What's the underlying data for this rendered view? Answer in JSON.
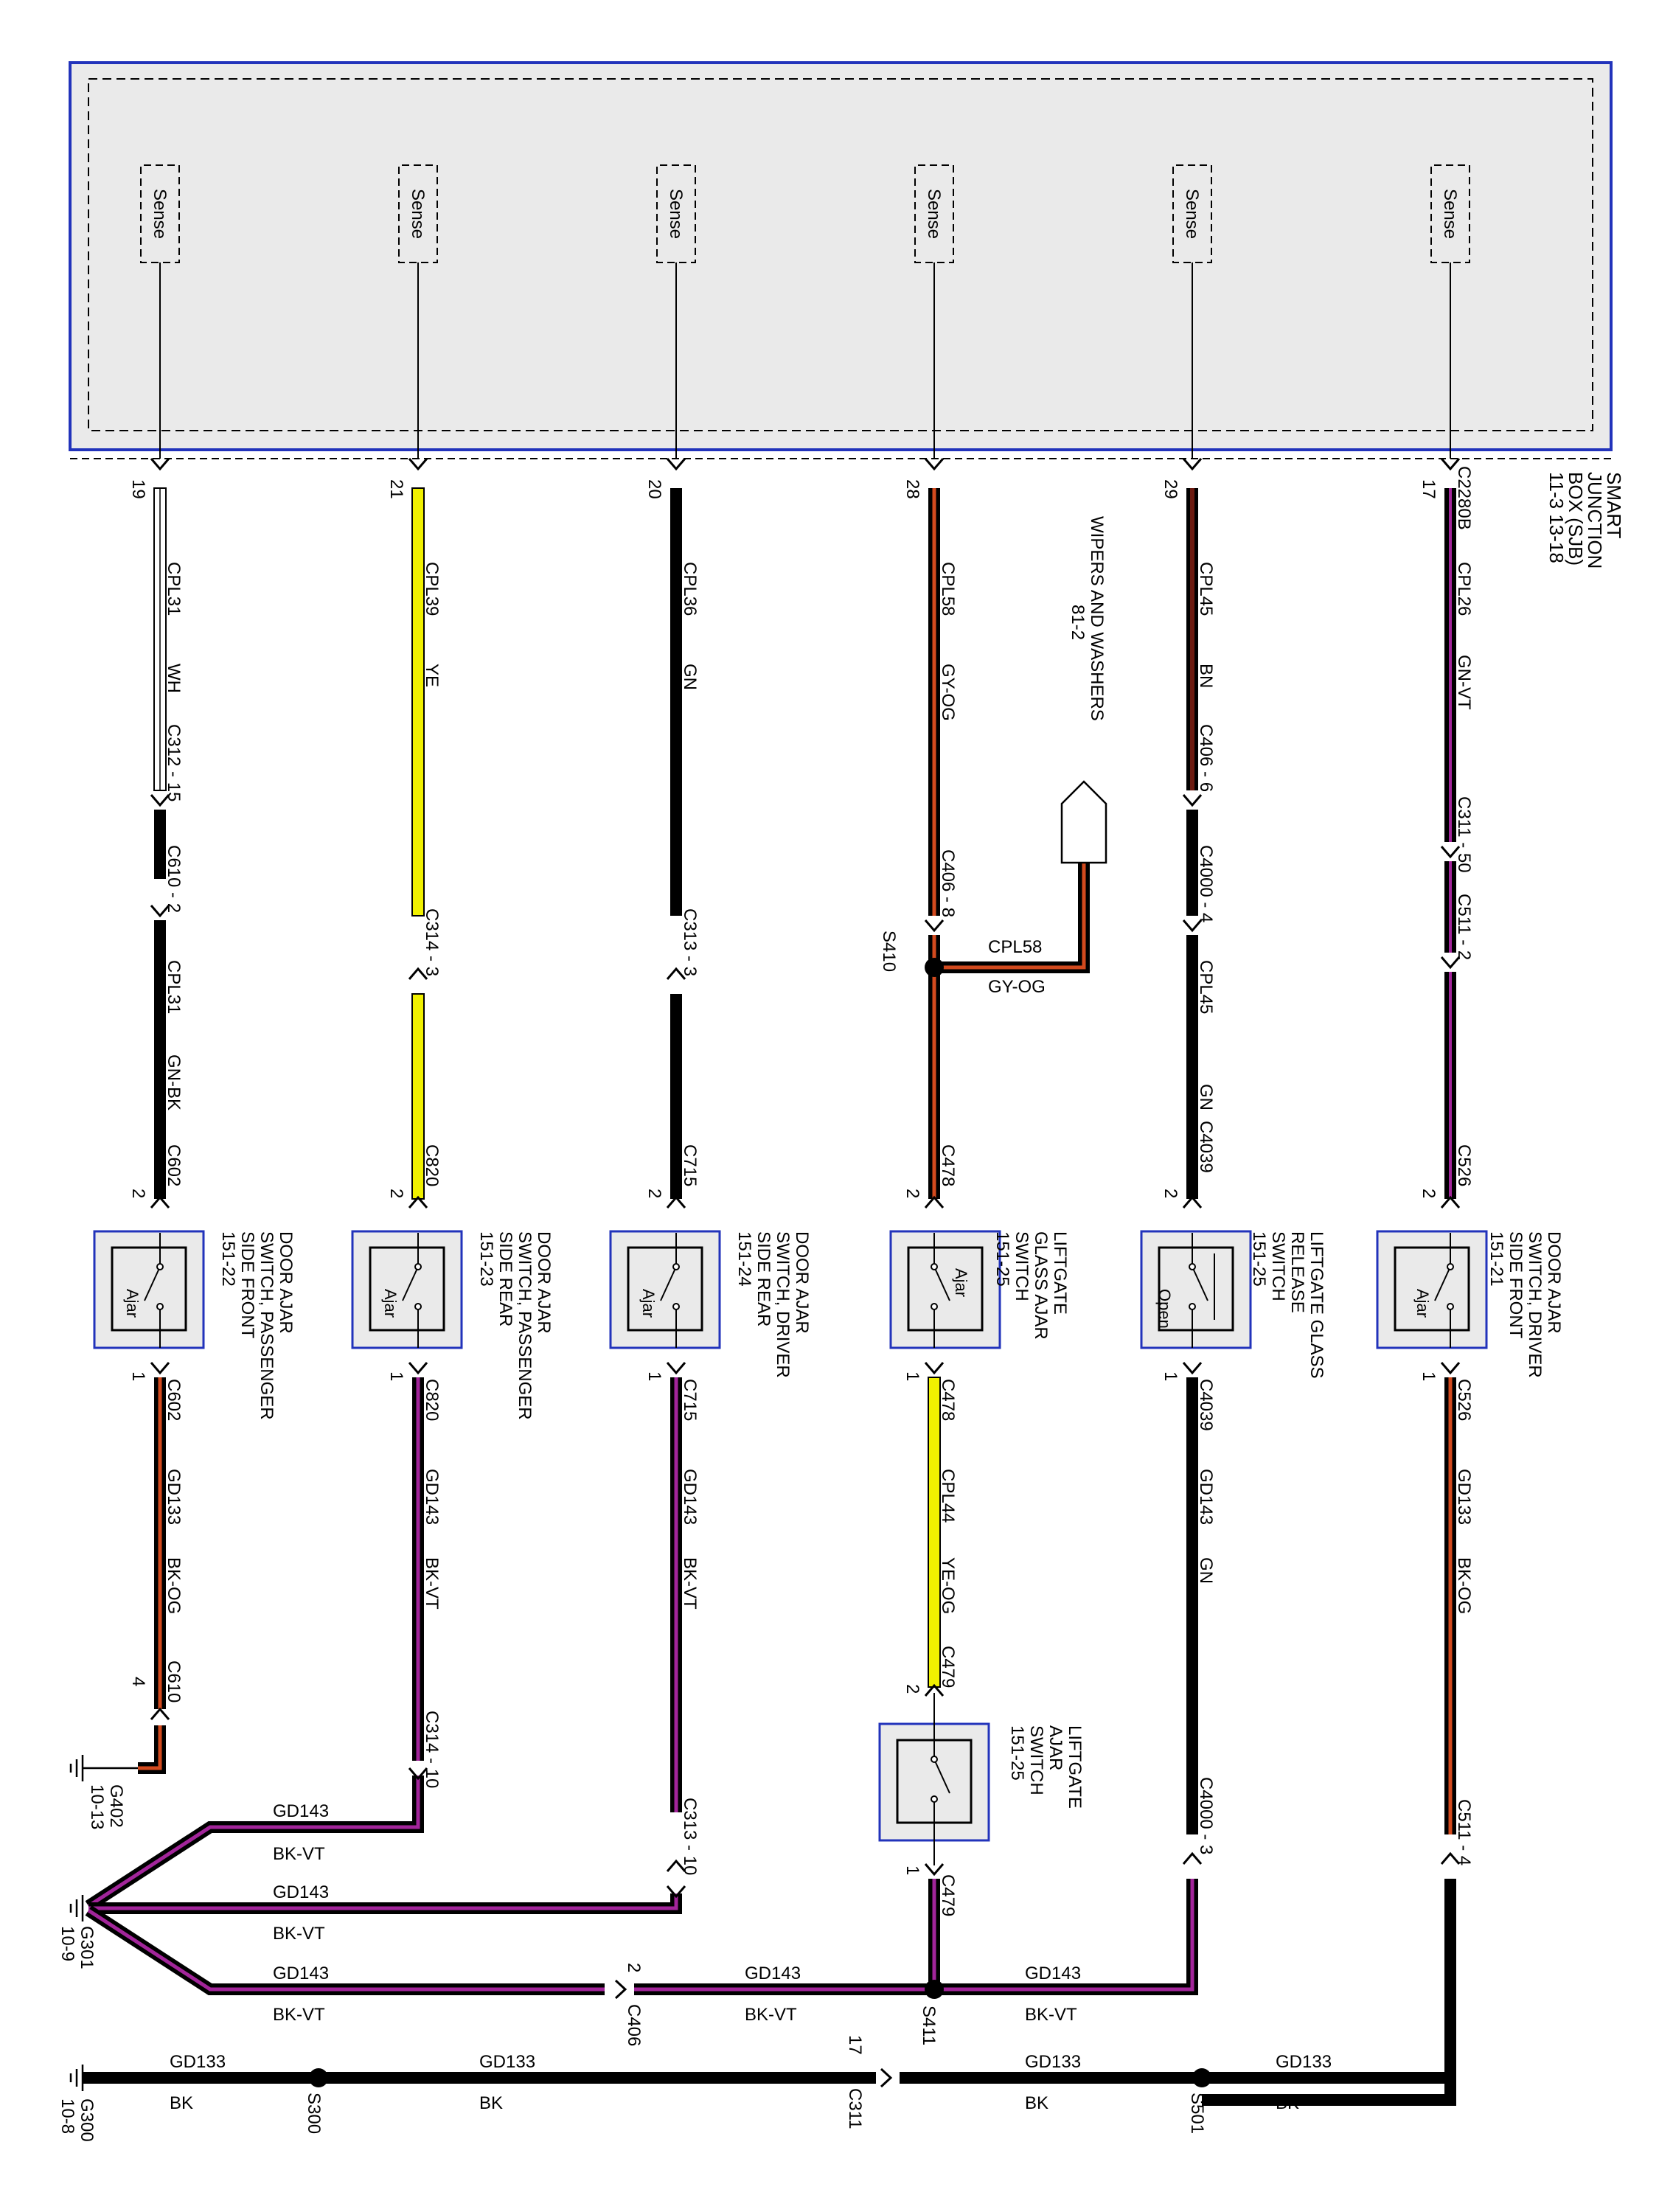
{
  "sjb": {
    "labels": [
      "SMART",
      "JUNCTION",
      "BOX (SJB)",
      "11-3   13-18"
    ],
    "connector": "C2280B",
    "sense_label": "Sense"
  },
  "circuits": [
    {
      "id": "c19",
      "pin": "19",
      "circuit": "CPL31",
      "color": "WH",
      "seg1": [
        "C312 - 15",
        "C610 - 2"
      ],
      "seg2": [
        "CPL31",
        "GN-BK",
        "C602"
      ],
      "switch_state": "Ajar",
      "switch_label": [
        "DOOR AJAR",
        "SWITCH, PASSENGER",
        "SIDE FRONT",
        "151-22"
      ],
      "out_conn": "C602",
      "gnd_circuit": "GD133",
      "gnd_color": "BK-OG",
      "end_conn": "C610",
      "end_pin": "4",
      "ground": [
        "G402",
        "10-13"
      ]
    },
    {
      "id": "c21",
      "pin": "21",
      "circuit": "CPL39",
      "color": "YE",
      "seg1": [
        "C314 - 3"
      ],
      "seg2": [
        "C820"
      ],
      "switch_state": "Ajar",
      "switch_label": [
        "DOOR AJAR",
        "SWITCH, PASSENGER",
        "SIDE REAR",
        "151-23"
      ],
      "out_conn": "C820",
      "gnd_circuit": "GD143",
      "gnd_color": "BK-VT",
      "end_conn": "C314 - 10"
    },
    {
      "id": "c20",
      "pin": "20",
      "circuit": "CPL36",
      "color": "GN",
      "seg1": [
        "C313 - 3"
      ],
      "seg2": [
        "C715"
      ],
      "switch_state": "Ajar",
      "switch_label": [
        "DOOR AJAR",
        "SWITCH, DRIVER",
        "SIDE REAR",
        "151-24"
      ],
      "out_conn": "C715",
      "gnd_circuit": "GD143",
      "gnd_color": "BK-VT",
      "end_conn": "C313 - 10"
    },
    {
      "id": "c28",
      "pin": "28",
      "circuit": "CPL58",
      "color": "GY-OG",
      "seg1": [
        "C406 - 8"
      ],
      "seg2": [
        "C478"
      ],
      "switch_state": "Ajar",
      "switch_label": [
        "LIFTGATE",
        "GLASS AJAR",
        "SWITCH",
        "151-25"
      ],
      "out_conn": "C478",
      "gnd_circuit": "CPL44",
      "gnd_color": "YE-OG",
      "end_conn": "C479"
    },
    {
      "id": "c29",
      "pin": "29",
      "circuit": "CPL45",
      "color": "BN",
      "seg1": [
        "C406 - 6",
        "C4000 - 4"
      ],
      "seg2": [
        "CPL45",
        "GN",
        "C4039"
      ],
      "switch_state": "Open",
      "switch_label": [
        "LIFTGATE GLASS",
        "RELEASE",
        "SWITCH",
        "151-25"
      ],
      "out_conn": "C4039",
      "gnd_circuit": "GD143",
      "gnd_color": "GN",
      "end_conn": "C4000 - 3"
    },
    {
      "id": "c17",
      "pin": "17",
      "circuit": "CPL26",
      "color": "GN-VT",
      "seg1": [
        "C311 - 50",
        "C511 - 2"
      ],
      "seg2": [
        "C526"
      ],
      "switch_state": "Ajar",
      "switch_label": [
        "DOOR AJAR",
        "SWITCH, DRIVER",
        "SIDE FRONT",
        "151-21"
      ],
      "out_conn": "C526",
      "gnd_circuit": "GD133",
      "gnd_color": "BK-OG",
      "end_conn": "C511 - 4"
    }
  ],
  "wipers": {
    "labels": [
      "WIPERS AND WASHERS",
      "81-2"
    ],
    "circuit": "CPL58",
    "color": "GY-OG",
    "splice": "S410"
  },
  "liftgate_ajar": {
    "labels": [
      "LIFTGATE",
      "AJAR",
      "SWITCH",
      "151-25"
    ],
    "conn": "C479",
    "pin_top": "2",
    "pin_bottom": "1"
  },
  "pins": {
    "switch_in": "2",
    "switch_out": "1",
    "c406_pin": "2",
    "c311_pin": "17"
  },
  "ground_bus": {
    "circuit": "GD143",
    "color": "BK-VT",
    "g301": [
      "G301",
      "10-9"
    ],
    "c406": "C406",
    "s411": "S411"
  },
  "bottom_bus": {
    "circuit": "GD133",
    "color": "BK",
    "g300": [
      "G300",
      "10-8"
    ],
    "s300": "S300",
    "c311": "C311",
    "s501": "S501"
  },
  "colors": {
    "border_blue": "#2233bb",
    "yellow": "#f0f000",
    "orange": "#d24a1e",
    "violet": "#a2259a",
    "brown": "#6b1a10",
    "black": "#000000"
  }
}
